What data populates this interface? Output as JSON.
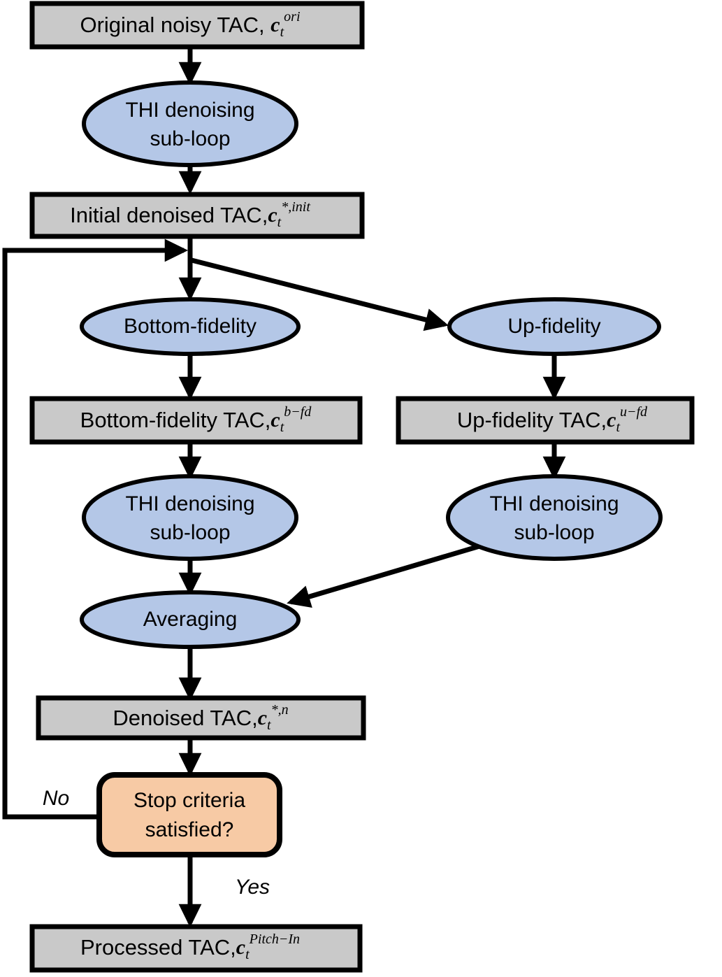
{
  "diagram": {
    "title": "THI denoising Pitch-In iterative flowchart",
    "colors": {
      "box_fill": "#c9c9c9",
      "ellipse_fill": "#b4c7e7",
      "decision_fill": "#f7caa5",
      "stroke": "#000000"
    },
    "nodes": {
      "original_tac": {
        "shape": "rectangle",
        "text": "Original noisy TAC, ",
        "symbol": "c",
        "subscript": "t",
        "superscript": "ori"
      },
      "thi_initial": {
        "shape": "ellipse",
        "line1": "THI denoising",
        "line2": "sub-loop"
      },
      "initial_denoised_tac": {
        "shape": "rectangle",
        "text": "Initial denoised TAC,",
        "symbol": "c",
        "subscript": "t",
        "superscript": "*,init"
      },
      "bottom_fidelity": {
        "shape": "ellipse",
        "text": "Bottom-fidelity"
      },
      "up_fidelity": {
        "shape": "ellipse",
        "text": "Up-fidelity"
      },
      "bottom_fidelity_tac": {
        "shape": "rectangle",
        "text": "Bottom-fidelity TAC,",
        "symbol": "c",
        "subscript": "t",
        "superscript": "b−fd"
      },
      "up_fidelity_tac": {
        "shape": "rectangle",
        "text": "Up-fidelity TAC,",
        "symbol": "c",
        "subscript": "t",
        "superscript": "u−fd"
      },
      "thi_bottom": {
        "shape": "ellipse",
        "line1": "THI denoising",
        "line2": "sub-loop"
      },
      "thi_up": {
        "shape": "ellipse",
        "line1": "THI denoising",
        "line2": "sub-loop"
      },
      "averaging": {
        "shape": "ellipse",
        "text": "Averaging"
      },
      "denoised_tac": {
        "shape": "rectangle",
        "text": "Denoised TAC,",
        "symbol": "c",
        "subscript": "t",
        "superscript": "*,n"
      },
      "stop_criteria": {
        "shape": "rounded-rectangle",
        "line1": "Stop criteria",
        "line2": "satisfied?"
      },
      "processed_tac": {
        "shape": "rectangle",
        "text": "Processed TAC,",
        "symbol": "c",
        "subscript": "t",
        "superscript": "Pitch−In"
      }
    },
    "edge_labels": {
      "no": "No",
      "yes": "Yes"
    }
  }
}
